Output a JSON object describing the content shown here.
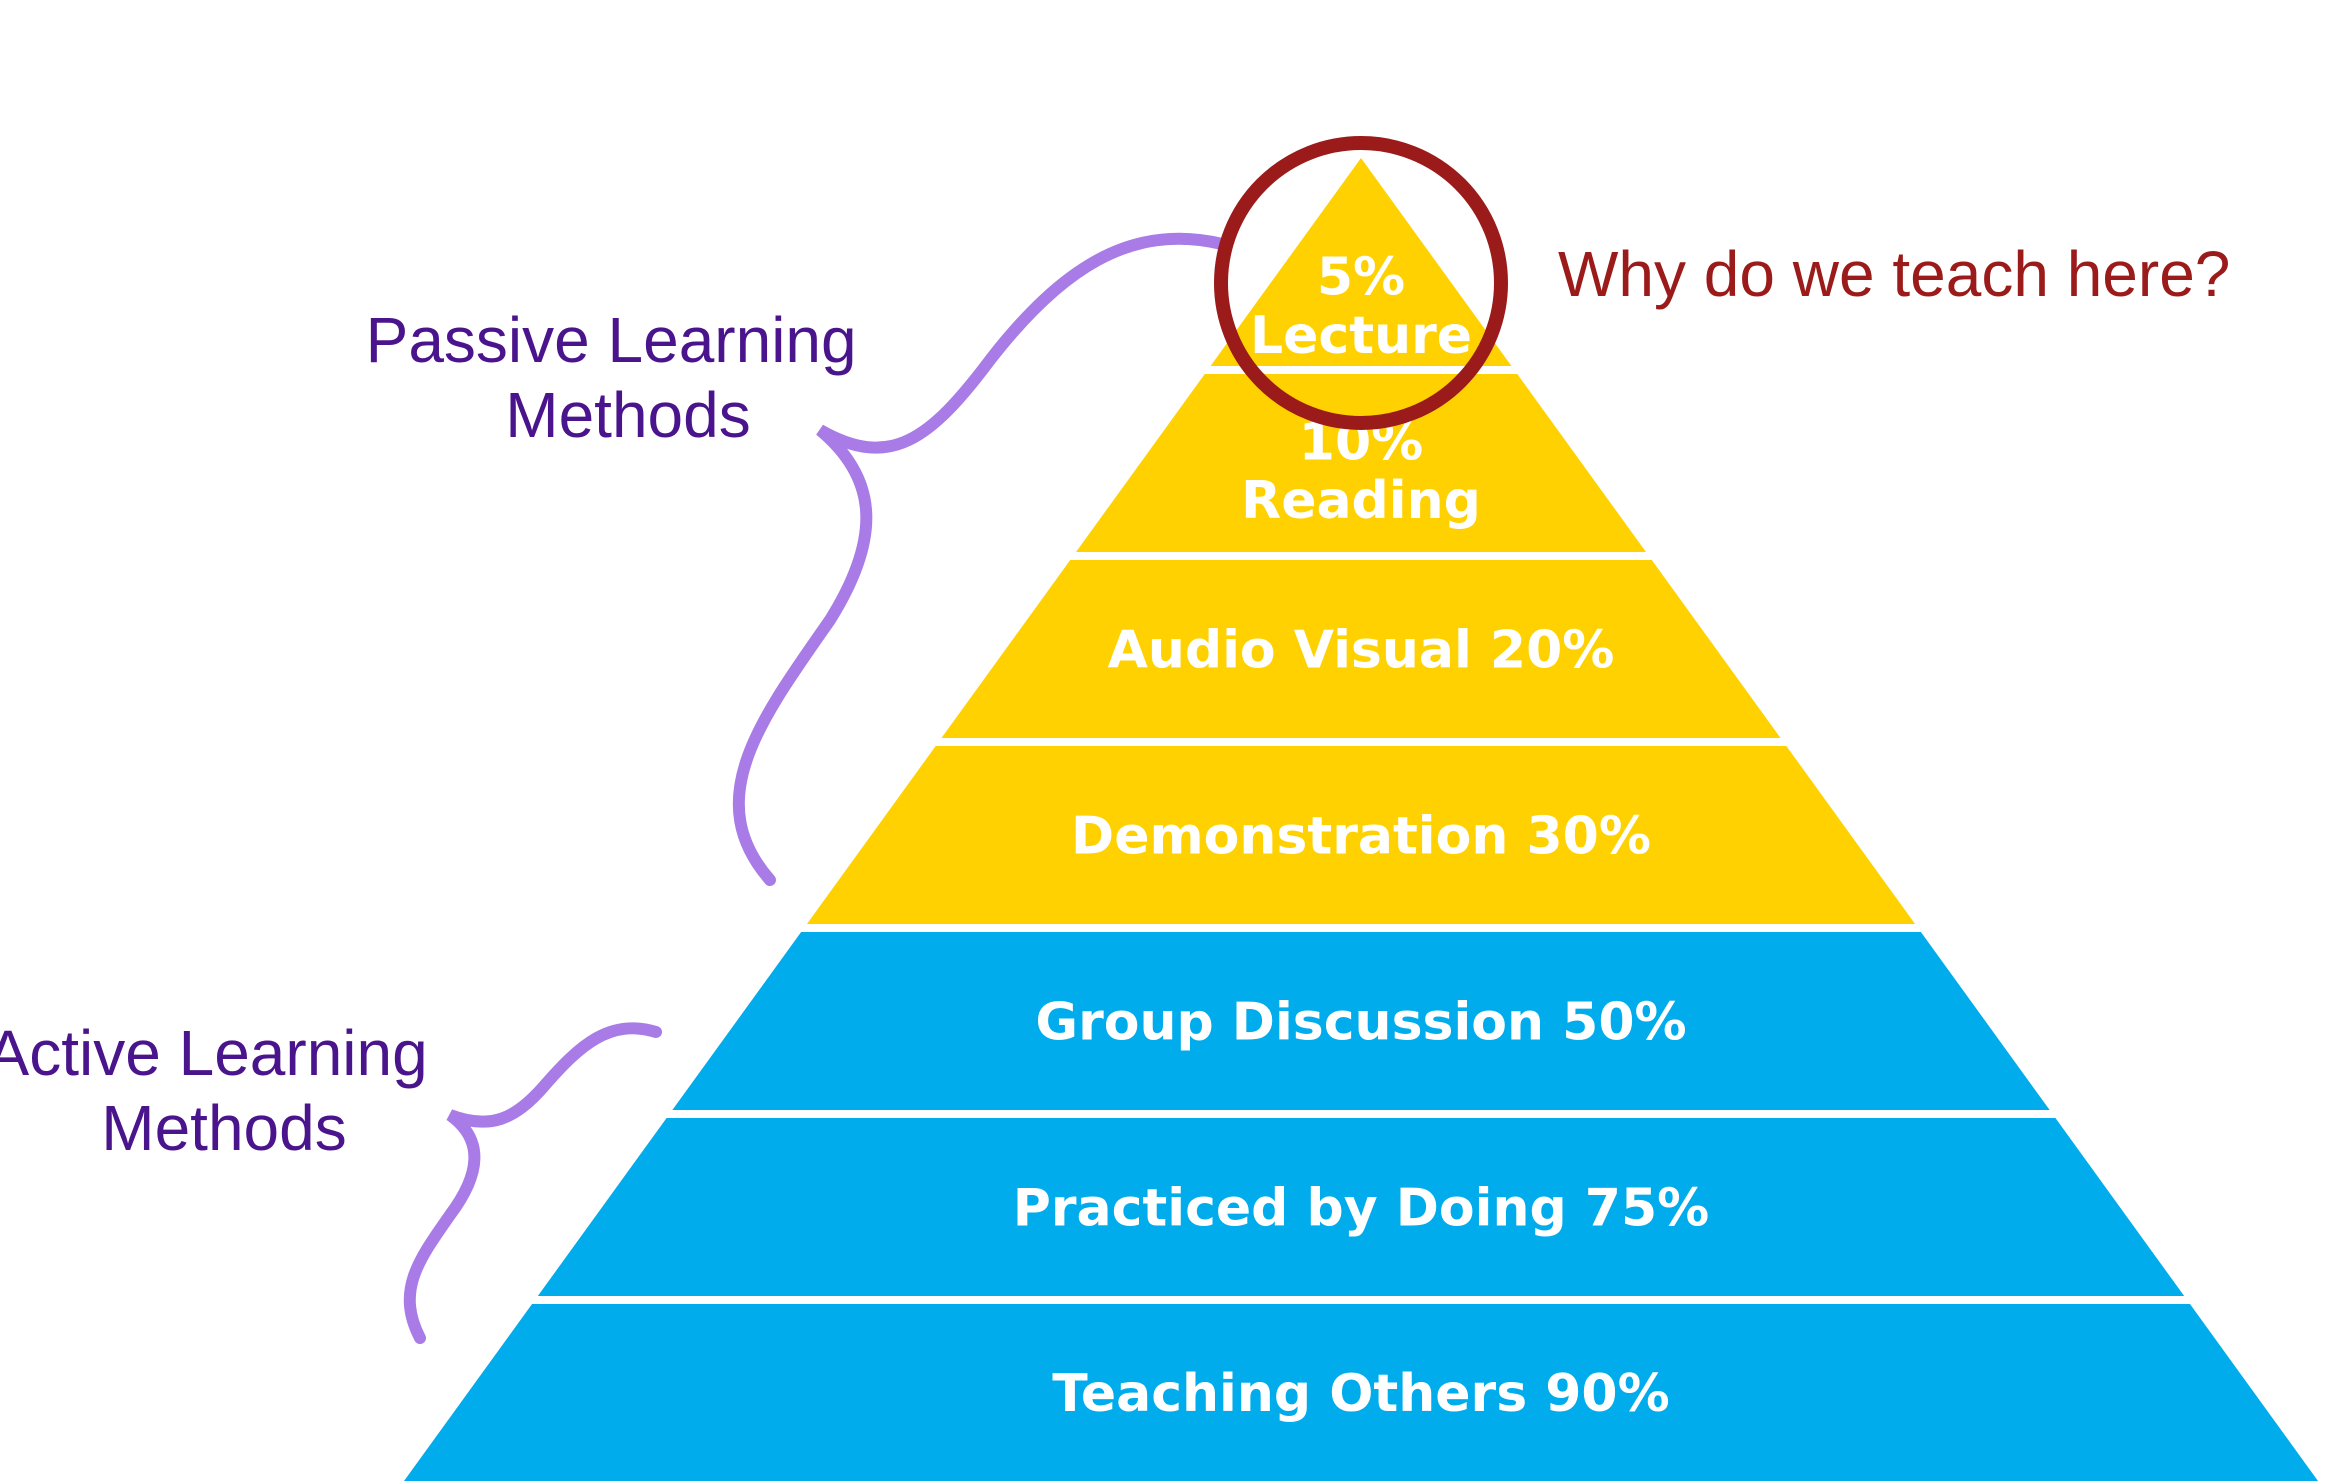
{
  "colors": {
    "passive_fill": "#FFD100",
    "active_fill": "#00ACEC",
    "layer_text": "#FFFFFF",
    "brace": "#A97BE6",
    "group_label": "#4A148C",
    "highlight": "#9B1B1B"
  },
  "pyramid": {
    "layers": [
      {
        "id": "lecture",
        "lines": [
          "5%",
          "Lecture"
        ],
        "group": "passive"
      },
      {
        "id": "reading",
        "lines": [
          "10%",
          "Reading"
        ],
        "group": "passive"
      },
      {
        "id": "audio-visual",
        "lines": [
          "Audio Visual 20%"
        ],
        "group": "passive"
      },
      {
        "id": "demonstration",
        "lines": [
          "Demonstration 30%"
        ],
        "group": "passive"
      },
      {
        "id": "group-discussion",
        "lines": [
          "Group Discussion 50%"
        ],
        "group": "active"
      },
      {
        "id": "practiced-by-doing",
        "lines": [
          "Practiced by Doing 75%"
        ],
        "group": "active"
      },
      {
        "id": "teaching-others",
        "lines": [
          "Teaching Others 90%"
        ],
        "group": "active"
      }
    ]
  },
  "annotations": {
    "passive_label": [
      "Passive Learning",
      "Methods"
    ],
    "active_label": [
      "Active Learning",
      "Methods"
    ],
    "question": "Why do we teach here?"
  }
}
